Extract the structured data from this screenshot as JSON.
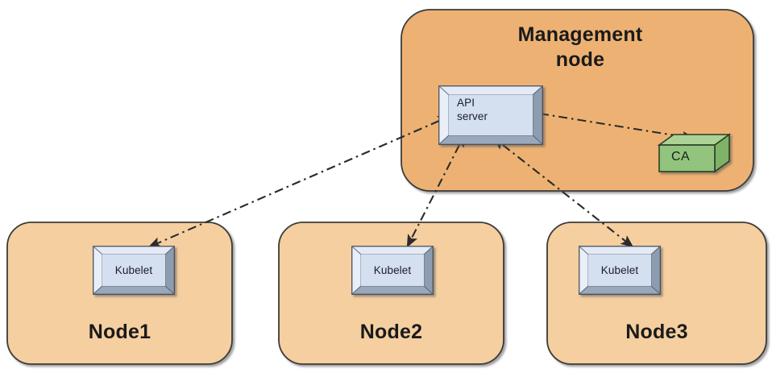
{
  "diagram": {
    "type": "kubernetes-architecture",
    "management": {
      "title_line1": "Management",
      "title_line2": "node",
      "fill": "#EDB273",
      "stroke": "#3a3a3a",
      "api_server": {
        "label_line1": "API",
        "label_line2": "server",
        "fill": "#D4DFF0",
        "bevel": "#9AA8BC"
      },
      "ca": {
        "label": "CA",
        "fill": "#93C47D",
        "top_fill": "#ACD295",
        "side_fill": "#7FB268"
      }
    },
    "nodes": [
      {
        "title": "Node1",
        "component": "Kubelet"
      },
      {
        "title": "Node2",
        "component": "Kubelet"
      },
      {
        "title": "Node3",
        "component": "Kubelet"
      }
    ],
    "node_style": {
      "fill": "#F5CFA0",
      "stroke": "#3a3a3a",
      "component_fill": "#D4DFF0",
      "component_bevel": "#9AA8BC"
    },
    "connections": [
      {
        "from": "API server",
        "to": "Node1 Kubelet",
        "style": "dash-dot",
        "arrows": "both"
      },
      {
        "from": "API server",
        "to": "Node2 Kubelet",
        "style": "dash-dot",
        "arrows": "both"
      },
      {
        "from": "API server",
        "to": "Node3 Kubelet",
        "style": "dash-dot",
        "arrows": "both"
      },
      {
        "from": "API server",
        "to": "CA",
        "style": "dash-dot",
        "arrows": "both"
      }
    ],
    "line_color": "#2b2b2b"
  }
}
